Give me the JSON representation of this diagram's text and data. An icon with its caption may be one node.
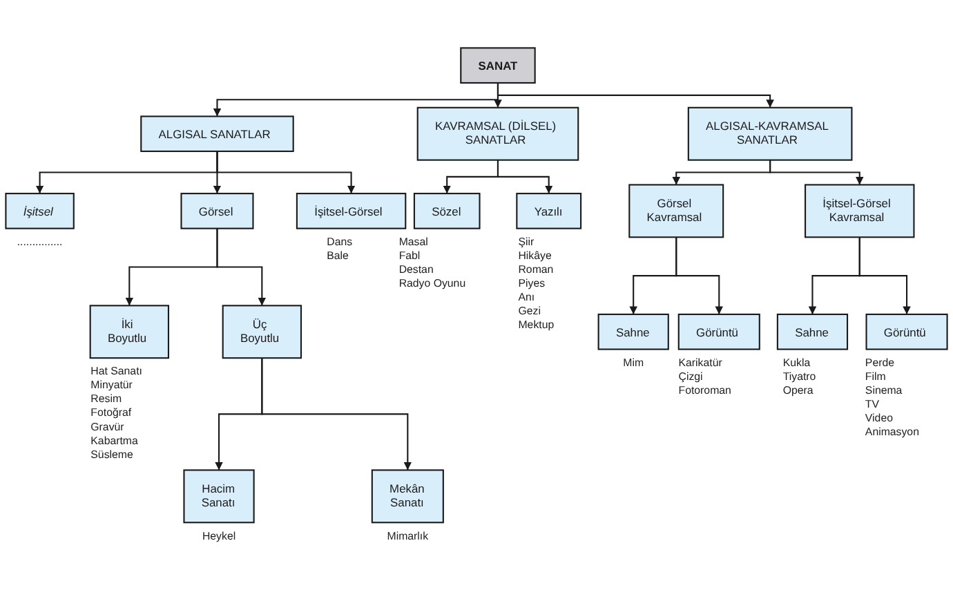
{
  "diagram": {
    "nodes": [
      {
        "text": [
          "SANAT"
        ]
      },
      {
        "text": [
          "ALGISAL SANATLAR"
        ]
      },
      {
        "text": [
          "KAVRAMSAL (DİLSEL) SANATLAR"
        ]
      },
      {
        "text": [
          "ALGISAL-KAVRAMSAL SANATLAR"
        ]
      },
      {
        "text": [
          "İşitsel"
        ],
        "beside": [
          "..............."
        ]
      },
      {
        "text": [
          "Görsel"
        ]
      },
      {
        "text": [
          "İşitsel-Görsel"
        ],
        "beside": [
          "Dans",
          "Bale"
        ]
      },
      {
        "text": [
          "Sözel"
        ],
        "beside": [
          "Masal",
          "Fabl",
          "Destan",
          "Radyo Oyunu"
        ]
      },
      {
        "text": [
          "Yazılı"
        ],
        "beside": [
          "Şiir",
          "Hikâye",
          "Roman",
          "Piyes",
          "Anı",
          "Gezi",
          "Mektup"
        ]
      },
      {
        "text": [
          "Görsel Kavramsal"
        ]
      },
      {
        "text": [
          "İşitsel-Görsel Kavramsal"
        ]
      },
      {
        "text": [
          "İki Boyutlu"
        ],
        "beside": [
          "Hat Sanatı",
          "Minyatür",
          "Resim",
          "Fotoğraf",
          "Gravür",
          "Kabartma",
          "Süsleme"
        ]
      },
      {
        "text": [
          "Üç Boyutlu"
        ]
      },
      {
        "text": [
          "Sahne"
        ],
        "beside": [
          "Mim"
        ]
      },
      {
        "text": [
          "Görüntü"
        ],
        "beside": [
          "Karikatür",
          "Çizgi",
          "Fotoroman"
        ]
      },
      {
        "text": [
          "Sahne"
        ],
        "beside": [
          "Kukla",
          "Tiyatro",
          "Opera"
        ]
      },
      {
        "text": [
          "Görüntü"
        ],
        "beside": [
          "Perde",
          "Film",
          "Sinema",
          "TV",
          "Video",
          "Animasyon"
        ]
      },
      {
        "text": [
          "Hacim Sanatı"
        ],
        "beside": [
          "Heykel"
        ]
      },
      {
        "text": [
          "Mekân Sanatı"
        ],
        "beside": [
          "Mimarlık"
        ]
      }
    ],
    "edges": [
      {
        "from": 0,
        "to": 1,
        "arrow": "to"
      },
      {
        "from": 0,
        "to": 2,
        "arrow": "to"
      },
      {
        "from": 0,
        "to": 3,
        "arrow": "to"
      },
      {
        "from": 1,
        "to": 4,
        "arrow": "to"
      },
      {
        "from": 1,
        "to": 5,
        "arrow": "to"
      },
      {
        "from": 1,
        "to": 6,
        "arrow": "to"
      },
      {
        "from": 2,
        "to": 7,
        "arrow": "to"
      },
      {
        "from": 2,
        "to": 8,
        "arrow": "to"
      },
      {
        "from": 3,
        "to": 9,
        "arrow": "to"
      },
      {
        "from": 3,
        "to": 10,
        "arrow": "to"
      },
      {
        "from": 5,
        "to": 11,
        "arrow": "to"
      },
      {
        "from": 5,
        "to": 12,
        "arrow": "to"
      },
      {
        "from": 9,
        "to": 13,
        "arrow": "to"
      },
      {
        "from": 9,
        "to": 14,
        "arrow": "to"
      },
      {
        "from": 10,
        "to": 15,
        "arrow": "to"
      },
      {
        "from": 10,
        "to": 16,
        "arrow": "to"
      },
      {
        "from": 12,
        "to": 17,
        "arrow": "to"
      },
      {
        "from": 12,
        "to": 18,
        "arrow": "to"
      }
    ]
  }
}
